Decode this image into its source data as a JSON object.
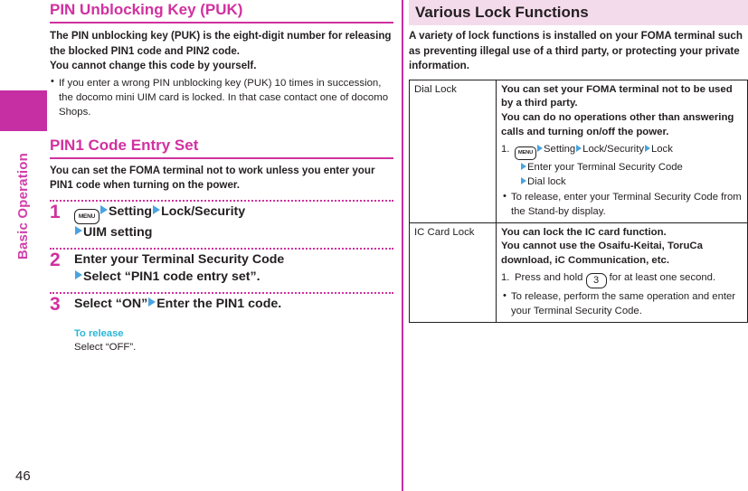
{
  "page": {
    "number": "46",
    "index_tab_label": "Basic Operation",
    "colors": {
      "magenta": "#d1319f",
      "tab_block": "#c62fa3",
      "cyan": "#29b6d8",
      "arrow_blue": "#4aa3e0",
      "right_header_bg": "#f4dbec"
    }
  },
  "left": {
    "section1": {
      "heading": "PIN Unblocking Key (PUK)",
      "paragraphs": [
        "The PIN unblocking key (PUK) is the eight-digit number for releasing the blocked PIN1 code and PIN2 code.",
        "You cannot change this code by yourself."
      ],
      "bullets": [
        "If you enter a wrong PIN unblocking key (PUK) 10 times in succession, the docomo mini UIM card is locked. In that case contact one of docomo Shops."
      ]
    },
    "section2": {
      "heading": "PIN1 Code Entry Set",
      "intro": "You can set the FOMA terminal not to work unless you enter your PIN1 code when turning on the power.",
      "steps": [
        {
          "num": "1",
          "menu_key": "MENU",
          "line1_a": "Setting",
          "line1_b": "Lock/Security",
          "line2": "UIM setting"
        },
        {
          "num": "2",
          "line1": "Enter your Terminal Security Code",
          "line2": "Select “PIN1 code entry set”."
        },
        {
          "num": "3",
          "line1_a": "Select “ON”",
          "line1_b": "Enter the PIN1 code."
        }
      ],
      "note": {
        "title": "To release",
        "text": "Select “OFF”."
      }
    }
  },
  "right": {
    "heading": "Various Lock Functions",
    "intro": "A variety of lock functions is installed on your FOMA terminal such as preventing illegal use of a third party, or protecting your private information.",
    "table": {
      "rows": [
        {
          "name": "Dial Lock",
          "desc_lines": [
            "You can set your FOMA terminal not to be used by a third party.",
            "You can do no operations other than answering calls and turning on/off the power."
          ],
          "steps": [
            {
              "num": "1.",
              "menu_key": "MENU",
              "part_a": "Setting",
              "part_b": "Lock/Security",
              "part_c": "Lock",
              "line2": "Enter your Terminal Security Code",
              "line3": "Dial lock"
            }
          ],
          "bullets": [
            "To release, enter your Terminal Security Code from the Stand-by display."
          ]
        },
        {
          "name": "IC Card Lock",
          "desc_lines": [
            "You can lock the IC card function.",
            "You cannot use the Osaifu-Keitai, ToruCa download, iC Communication, etc."
          ],
          "steps": [
            {
              "num": "1.",
              "text_before": "Press and hold",
              "key": "3",
              "text_after": "for at least one second."
            }
          ],
          "bullets": [
            "To release, perform the same operation and enter your Terminal Security Code."
          ]
        }
      ]
    }
  }
}
